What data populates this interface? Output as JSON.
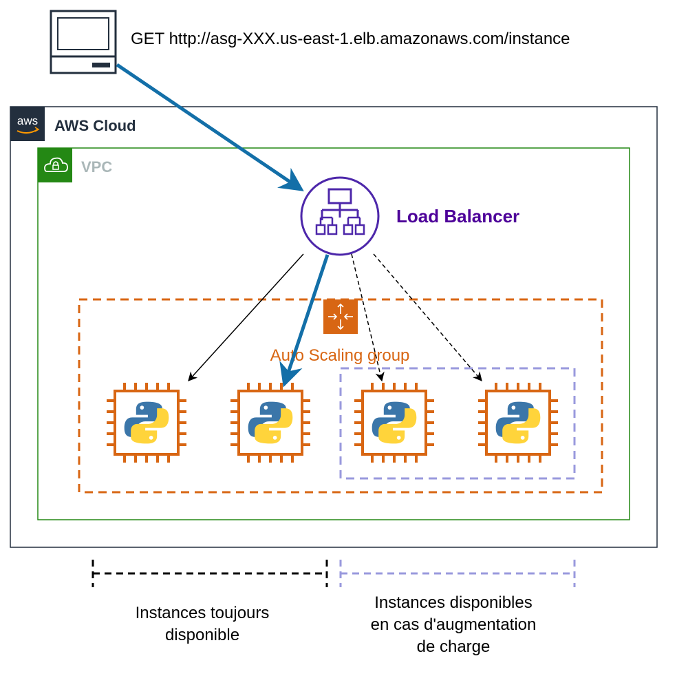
{
  "request_label": "GET http://asg-XXX.us-east-1.elb.amazonaws.com/instance",
  "aws_cloud": {
    "label": "AWS Cloud",
    "badge_text": "aws",
    "icon": "aws-logo-icon",
    "border_color": "#232F3E"
  },
  "vpc": {
    "label": "VPC",
    "icon": "vpc-cloud-lock-icon",
    "border_color": "#248814",
    "label_color": "#AAB7B8"
  },
  "load_balancer": {
    "label": "Load Balancer",
    "icon": "load-balancer-icon",
    "color": "#4D27AA",
    "label_color": "#4D0099"
  },
  "auto_scaling_group": {
    "label": "Auto Scaling group",
    "icon": "auto-scaling-icon",
    "color": "#D86613"
  },
  "instances": [
    {
      "icon": "python-ec2-instance-icon",
      "group": "always"
    },
    {
      "icon": "python-ec2-instance-icon",
      "group": "always"
    },
    {
      "icon": "python-ec2-instance-icon",
      "group": "scaling"
    },
    {
      "icon": "python-ec2-instance-icon",
      "group": "scaling"
    }
  ],
  "scaling_box_color": "#9999DD",
  "request_arrow_color": "#136FA8",
  "legend": {
    "always_available": {
      "line1": "Instances toujours",
      "line2": "disponible"
    },
    "on_demand": {
      "line1": "Instances disponibles",
      "line2": "en cas d'augmentation",
      "line3": "de charge"
    }
  }
}
